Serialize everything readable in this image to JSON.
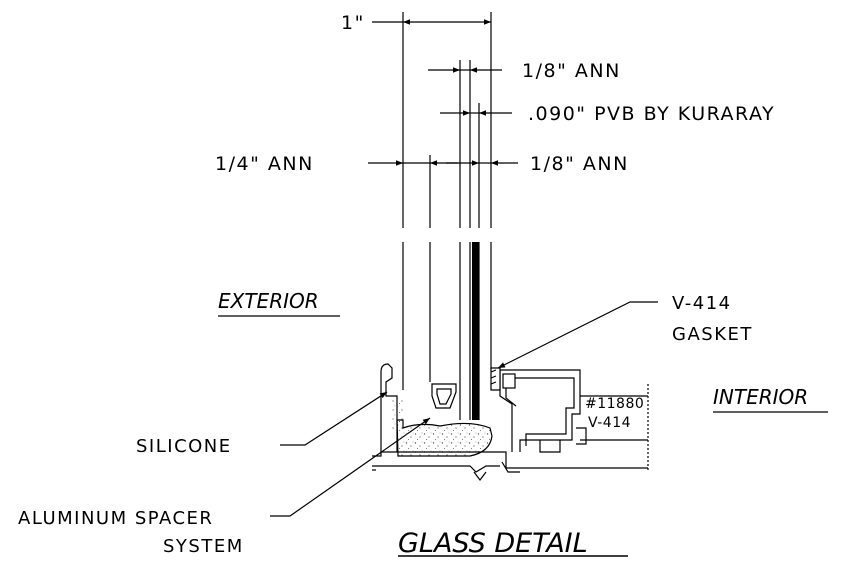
{
  "diagram": {
    "title": "GLASS DETAIL",
    "dimensions": {
      "overall": "1\"",
      "outer_lite": "1/8\" ANN",
      "interlayer": ".090\" PVB BY KURARAY",
      "inner_lite": "1/8\" ANN",
      "exterior_lite": "1/4\" ANN"
    },
    "sides": {
      "exterior": "EXTERIOR",
      "interior": "INTERIOR"
    },
    "callouts": {
      "gasket_line1": "V-414",
      "gasket_line2": "GASKET",
      "silicone": "SILICONE",
      "spacer_line1": "ALUMINUM SPACER",
      "spacer_line2": "SYSTEM"
    },
    "profile": {
      "part_no": "#11880",
      "gasket_ref": "V-414"
    }
  }
}
